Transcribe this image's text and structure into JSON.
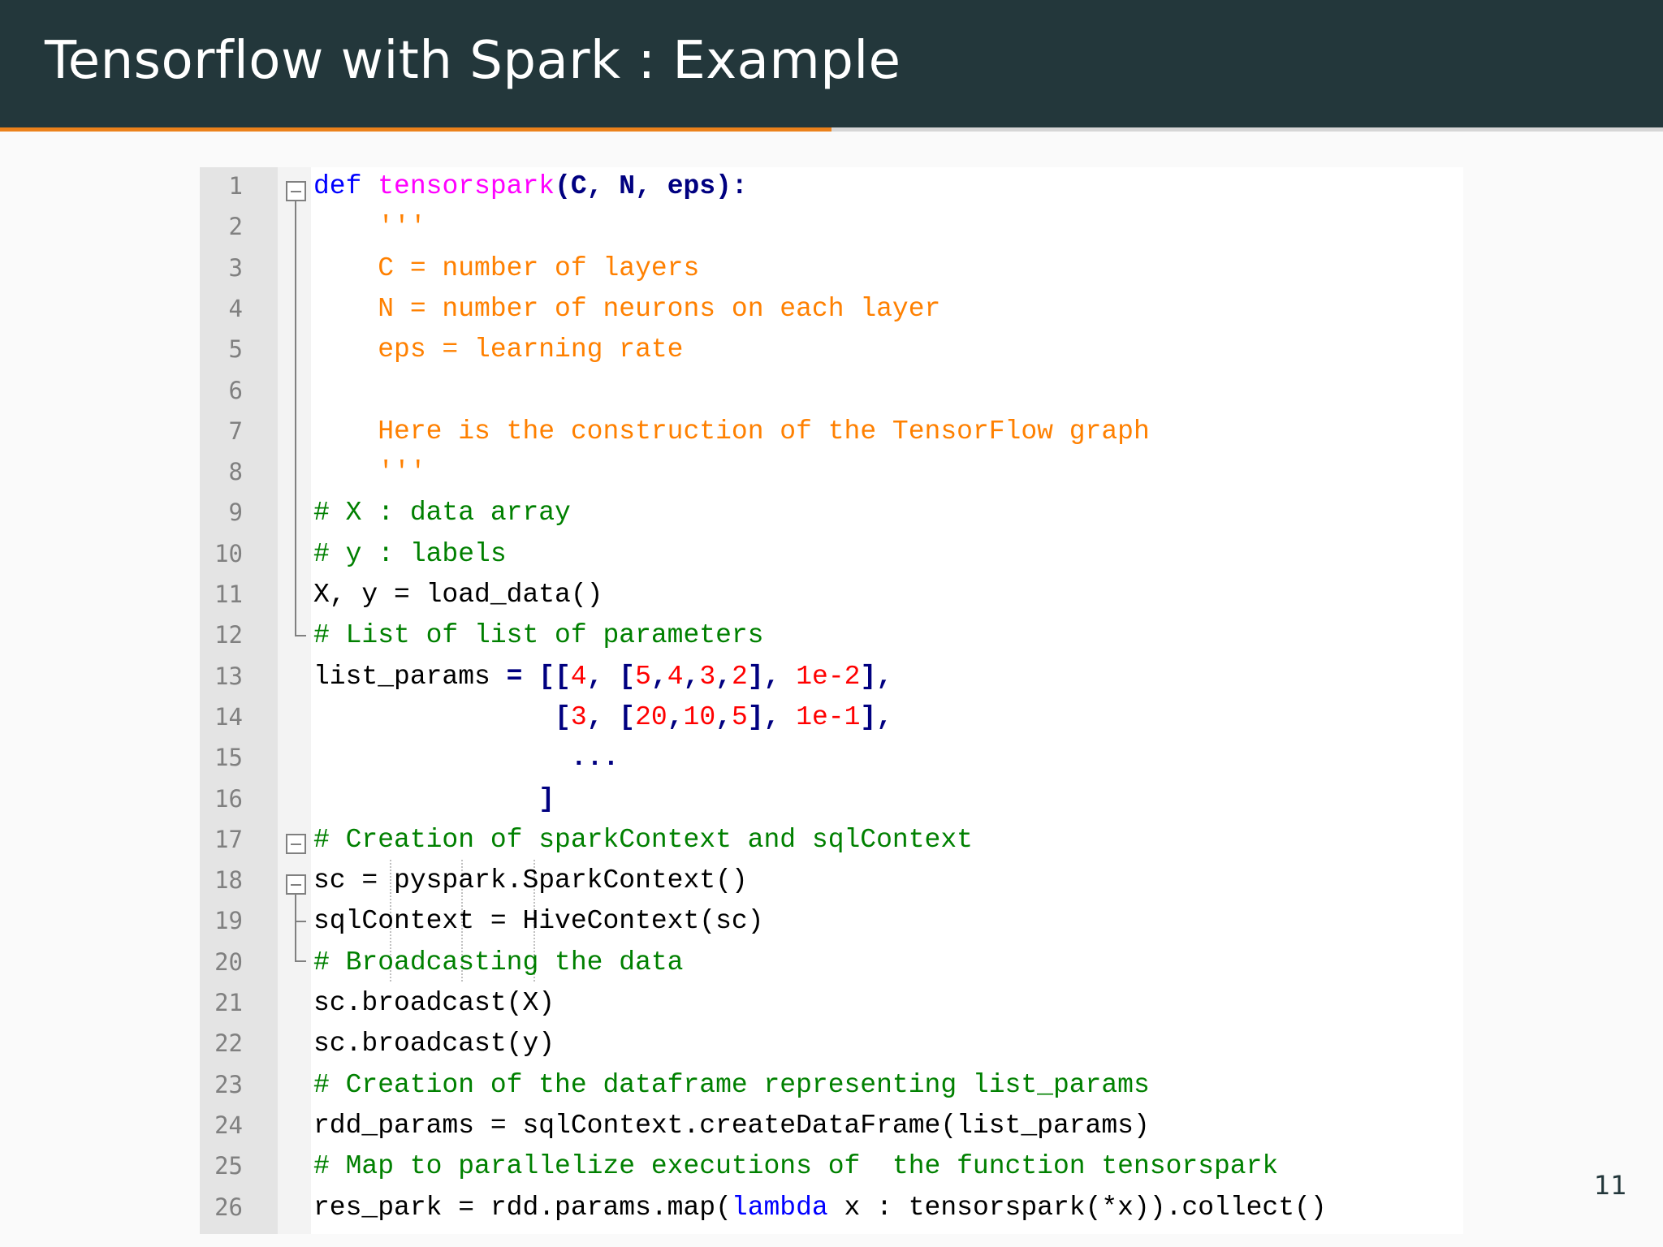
{
  "slide": {
    "title": "Tensorflow with Spark : Example",
    "page_number": "11",
    "progress": 0.5,
    "colors": {
      "header_bg": "#23373b",
      "progress_bar": "#eb811b",
      "progress_track": "#d6d6d6"
    }
  },
  "code": {
    "language": "python",
    "colors": {
      "keyword": "#0000ff",
      "function_name": "#ff00ff",
      "docstring": "#ff8000",
      "comment": "#008000",
      "number": "#ff0000",
      "operator": "#000080"
    },
    "lines": [
      {
        "number": "1",
        "tokens": [
          {
            "t": "def",
            "c": "kw"
          },
          {
            "t": " "
          },
          {
            "t": "tensorspark",
            "c": "fn"
          },
          {
            "t": "(C, N, eps)",
            "c": "op"
          },
          {
            "t": ":",
            "c": "op"
          }
        ]
      },
      {
        "number": "2",
        "tokens": [
          {
            "t": "    "
          },
          {
            "t": "'''",
            "c": "str"
          }
        ]
      },
      {
        "number": "3",
        "tokens": [
          {
            "t": "    "
          },
          {
            "t": "C = number of layers",
            "c": "str"
          }
        ]
      },
      {
        "number": "4",
        "tokens": [
          {
            "t": "    "
          },
          {
            "t": "N = number of neurons on each layer",
            "c": "str"
          }
        ]
      },
      {
        "number": "5",
        "tokens": [
          {
            "t": "    "
          },
          {
            "t": "eps = learning rate",
            "c": "str"
          }
        ]
      },
      {
        "number": "6",
        "tokens": []
      },
      {
        "number": "7",
        "tokens": [
          {
            "t": "    "
          },
          {
            "t": "Here is the construction of the TensorFlow graph",
            "c": "str"
          }
        ]
      },
      {
        "number": "8",
        "tokens": [
          {
            "t": "    "
          },
          {
            "t": "'''",
            "c": "str"
          }
        ]
      },
      {
        "number": "9",
        "tokens": [
          {
            "t": "# X : data array",
            "c": "cmt"
          }
        ]
      },
      {
        "number": "10",
        "tokens": [
          {
            "t": "# y : labels",
            "c": "cmt"
          }
        ]
      },
      {
        "number": "11",
        "tokens": [
          {
            "t": "X, y = load_data()"
          }
        ]
      },
      {
        "number": "12",
        "tokens": [
          {
            "t": "# List of list of parameters",
            "c": "cmt"
          }
        ]
      },
      {
        "number": "13",
        "tokens": [
          {
            "t": "list_params "
          },
          {
            "t": "=",
            "c": "op"
          },
          {
            "t": " "
          },
          {
            "t": "[[",
            "c": "op"
          },
          {
            "t": "4",
            "c": "num"
          },
          {
            "t": ", ",
            "c": "op"
          },
          {
            "t": "[",
            "c": "op"
          },
          {
            "t": "5",
            "c": "num"
          },
          {
            "t": ",",
            "c": "op"
          },
          {
            "t": "4",
            "c": "num"
          },
          {
            "t": ",",
            "c": "op"
          },
          {
            "t": "3",
            "c": "num"
          },
          {
            "t": ",",
            "c": "op"
          },
          {
            "t": "2",
            "c": "num"
          },
          {
            "t": "], ",
            "c": "op"
          },
          {
            "t": "1e-2",
            "c": "num"
          },
          {
            "t": "],",
            "c": "op"
          }
        ]
      },
      {
        "number": "14",
        "tokens": [
          {
            "t": "               "
          },
          {
            "t": "[",
            "c": "op"
          },
          {
            "t": "3",
            "c": "num"
          },
          {
            "t": ", ",
            "c": "op"
          },
          {
            "t": "[",
            "c": "op"
          },
          {
            "t": "20",
            "c": "num"
          },
          {
            "t": ",",
            "c": "op"
          },
          {
            "t": "10",
            "c": "num"
          },
          {
            "t": ",",
            "c": "op"
          },
          {
            "t": "5",
            "c": "num"
          },
          {
            "t": "], ",
            "c": "op"
          },
          {
            "t": "1e-1",
            "c": "num"
          },
          {
            "t": "],",
            "c": "op"
          }
        ]
      },
      {
        "number": "15",
        "tokens": [
          {
            "t": "                "
          },
          {
            "t": "...",
            "c": "op"
          }
        ]
      },
      {
        "number": "16",
        "tokens": [
          {
            "t": "              "
          },
          {
            "t": "]",
            "c": "op"
          }
        ]
      },
      {
        "number": "17",
        "tokens": [
          {
            "t": "# Creation of sparkContext and sqlContext",
            "c": "cmt"
          }
        ]
      },
      {
        "number": "18",
        "tokens": [
          {
            "t": "sc = pyspark.SparkContext()"
          }
        ]
      },
      {
        "number": "19",
        "tokens": [
          {
            "t": "sqlContext = HiveContext(sc)"
          }
        ]
      },
      {
        "number": "20",
        "tokens": [
          {
            "t": "# Broadcasting the data",
            "c": "cmt"
          }
        ]
      },
      {
        "number": "21",
        "tokens": [
          {
            "t": "sc.broadcast(X)"
          }
        ]
      },
      {
        "number": "22",
        "tokens": [
          {
            "t": "sc.broadcast(y)"
          }
        ]
      },
      {
        "number": "23",
        "tokens": [
          {
            "t": "# Creation of the dataframe representing list_params",
            "c": "cmt"
          }
        ]
      },
      {
        "number": "24",
        "tokens": [
          {
            "t": "rdd_params = sqlContext.createDataFrame(list_params)"
          }
        ]
      },
      {
        "number": "25",
        "tokens": [
          {
            "t": "# Map to parallelize executions of  the function tensorspark",
            "c": "cmt"
          }
        ]
      },
      {
        "number": "26",
        "tokens": [
          {
            "t": "res_park = rdd.params.map("
          },
          {
            "t": "lambda",
            "c": "kw"
          },
          {
            "t": " x : tensorspark(*x)).collect()"
          }
        ]
      }
    ]
  }
}
